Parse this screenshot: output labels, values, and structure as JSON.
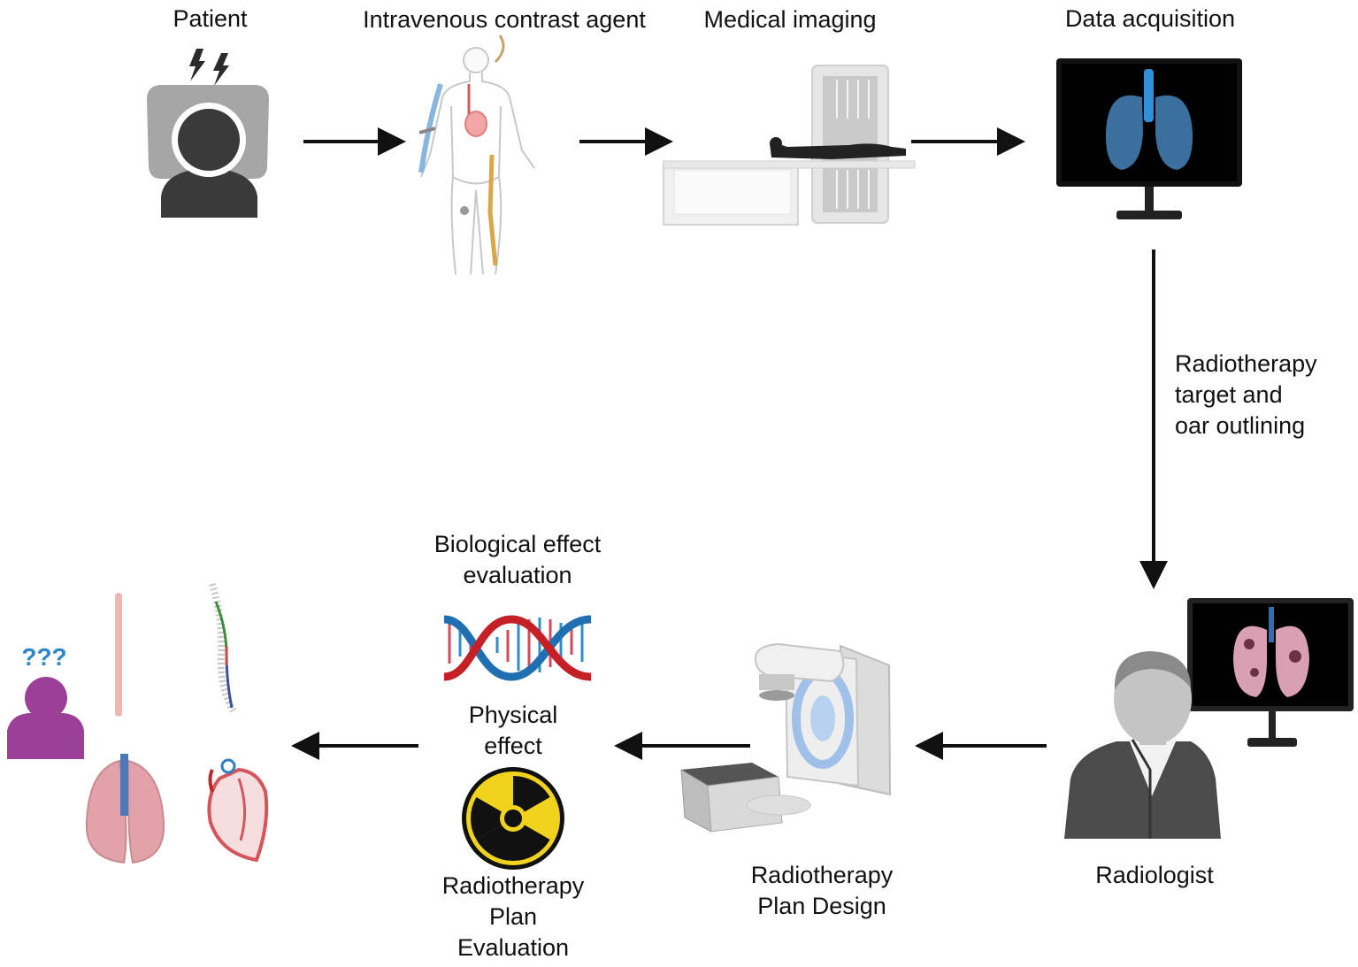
{
  "steps": {
    "patient": "Patient",
    "contrast": "Intravenous contrast agent",
    "imaging": "Medical imaging",
    "acquisition": "Data acquisition",
    "outlining": [
      "Radiotherapy",
      "target and",
      "oar outlining"
    ],
    "radiologist": "Radiologist",
    "plan_design": [
      "Radiotherapy",
      "Plan Design"
    ],
    "biological": [
      "Biological effect",
      "evaluation"
    ],
    "physical": [
      "Physical",
      "effect"
    ],
    "plan_evaluation": [
      "Radiotherapy",
      "Plan",
      "Evaluation"
    ]
  },
  "symbols": {
    "question_marks": "???"
  },
  "colors": {
    "patient_gray": "#3a3a3a",
    "pillow_gray": "#a6a6a6",
    "lung_blue": "#3a6f9e",
    "trachea_blue": "#2f8fd8",
    "outcome_purple": "#9c3f96",
    "question_blue": "#2e88c8",
    "dna_red": "#c42026",
    "dna_blue": "#1f6fb2",
    "radiation_yellow": "#f1d21c",
    "organ_pink": "#e2a3a8"
  },
  "icons": [
    "lightning-icon",
    "patient-icon",
    "body-icon",
    "ct-scanner-icon",
    "monitor-lungs-icon",
    "radiologist-icon",
    "linac-icon",
    "dna-icon",
    "radiation-icon",
    "outcome-person-icon",
    "esophagus-icon",
    "spinal-cord-icon",
    "lungs-icon",
    "heart-icon"
  ]
}
